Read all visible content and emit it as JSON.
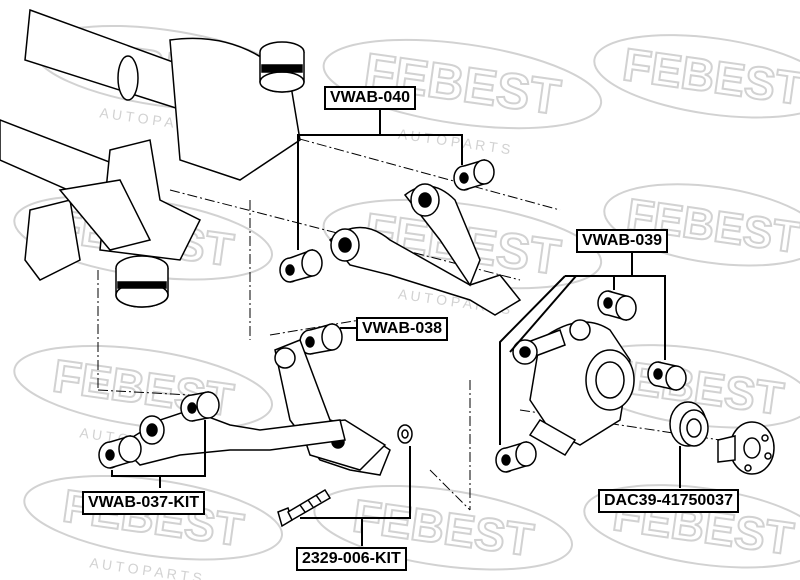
{
  "watermark": {
    "brand": "FEBEST",
    "sub": "A U T O   P A R T S"
  },
  "labels": {
    "upper_arm": "VWAB-040",
    "knuckle_bushings": "VWAB-039",
    "bushing_038": "VWAB-038",
    "lower_arm_kit": "VWAB-037-KIT",
    "bolt_kit": "2329-006-KIT",
    "hub_bearing": "DAC39-41750037"
  },
  "colors": {
    "line": "#000000",
    "watermark": "#d2d2d2",
    "background": "#ffffff"
  }
}
